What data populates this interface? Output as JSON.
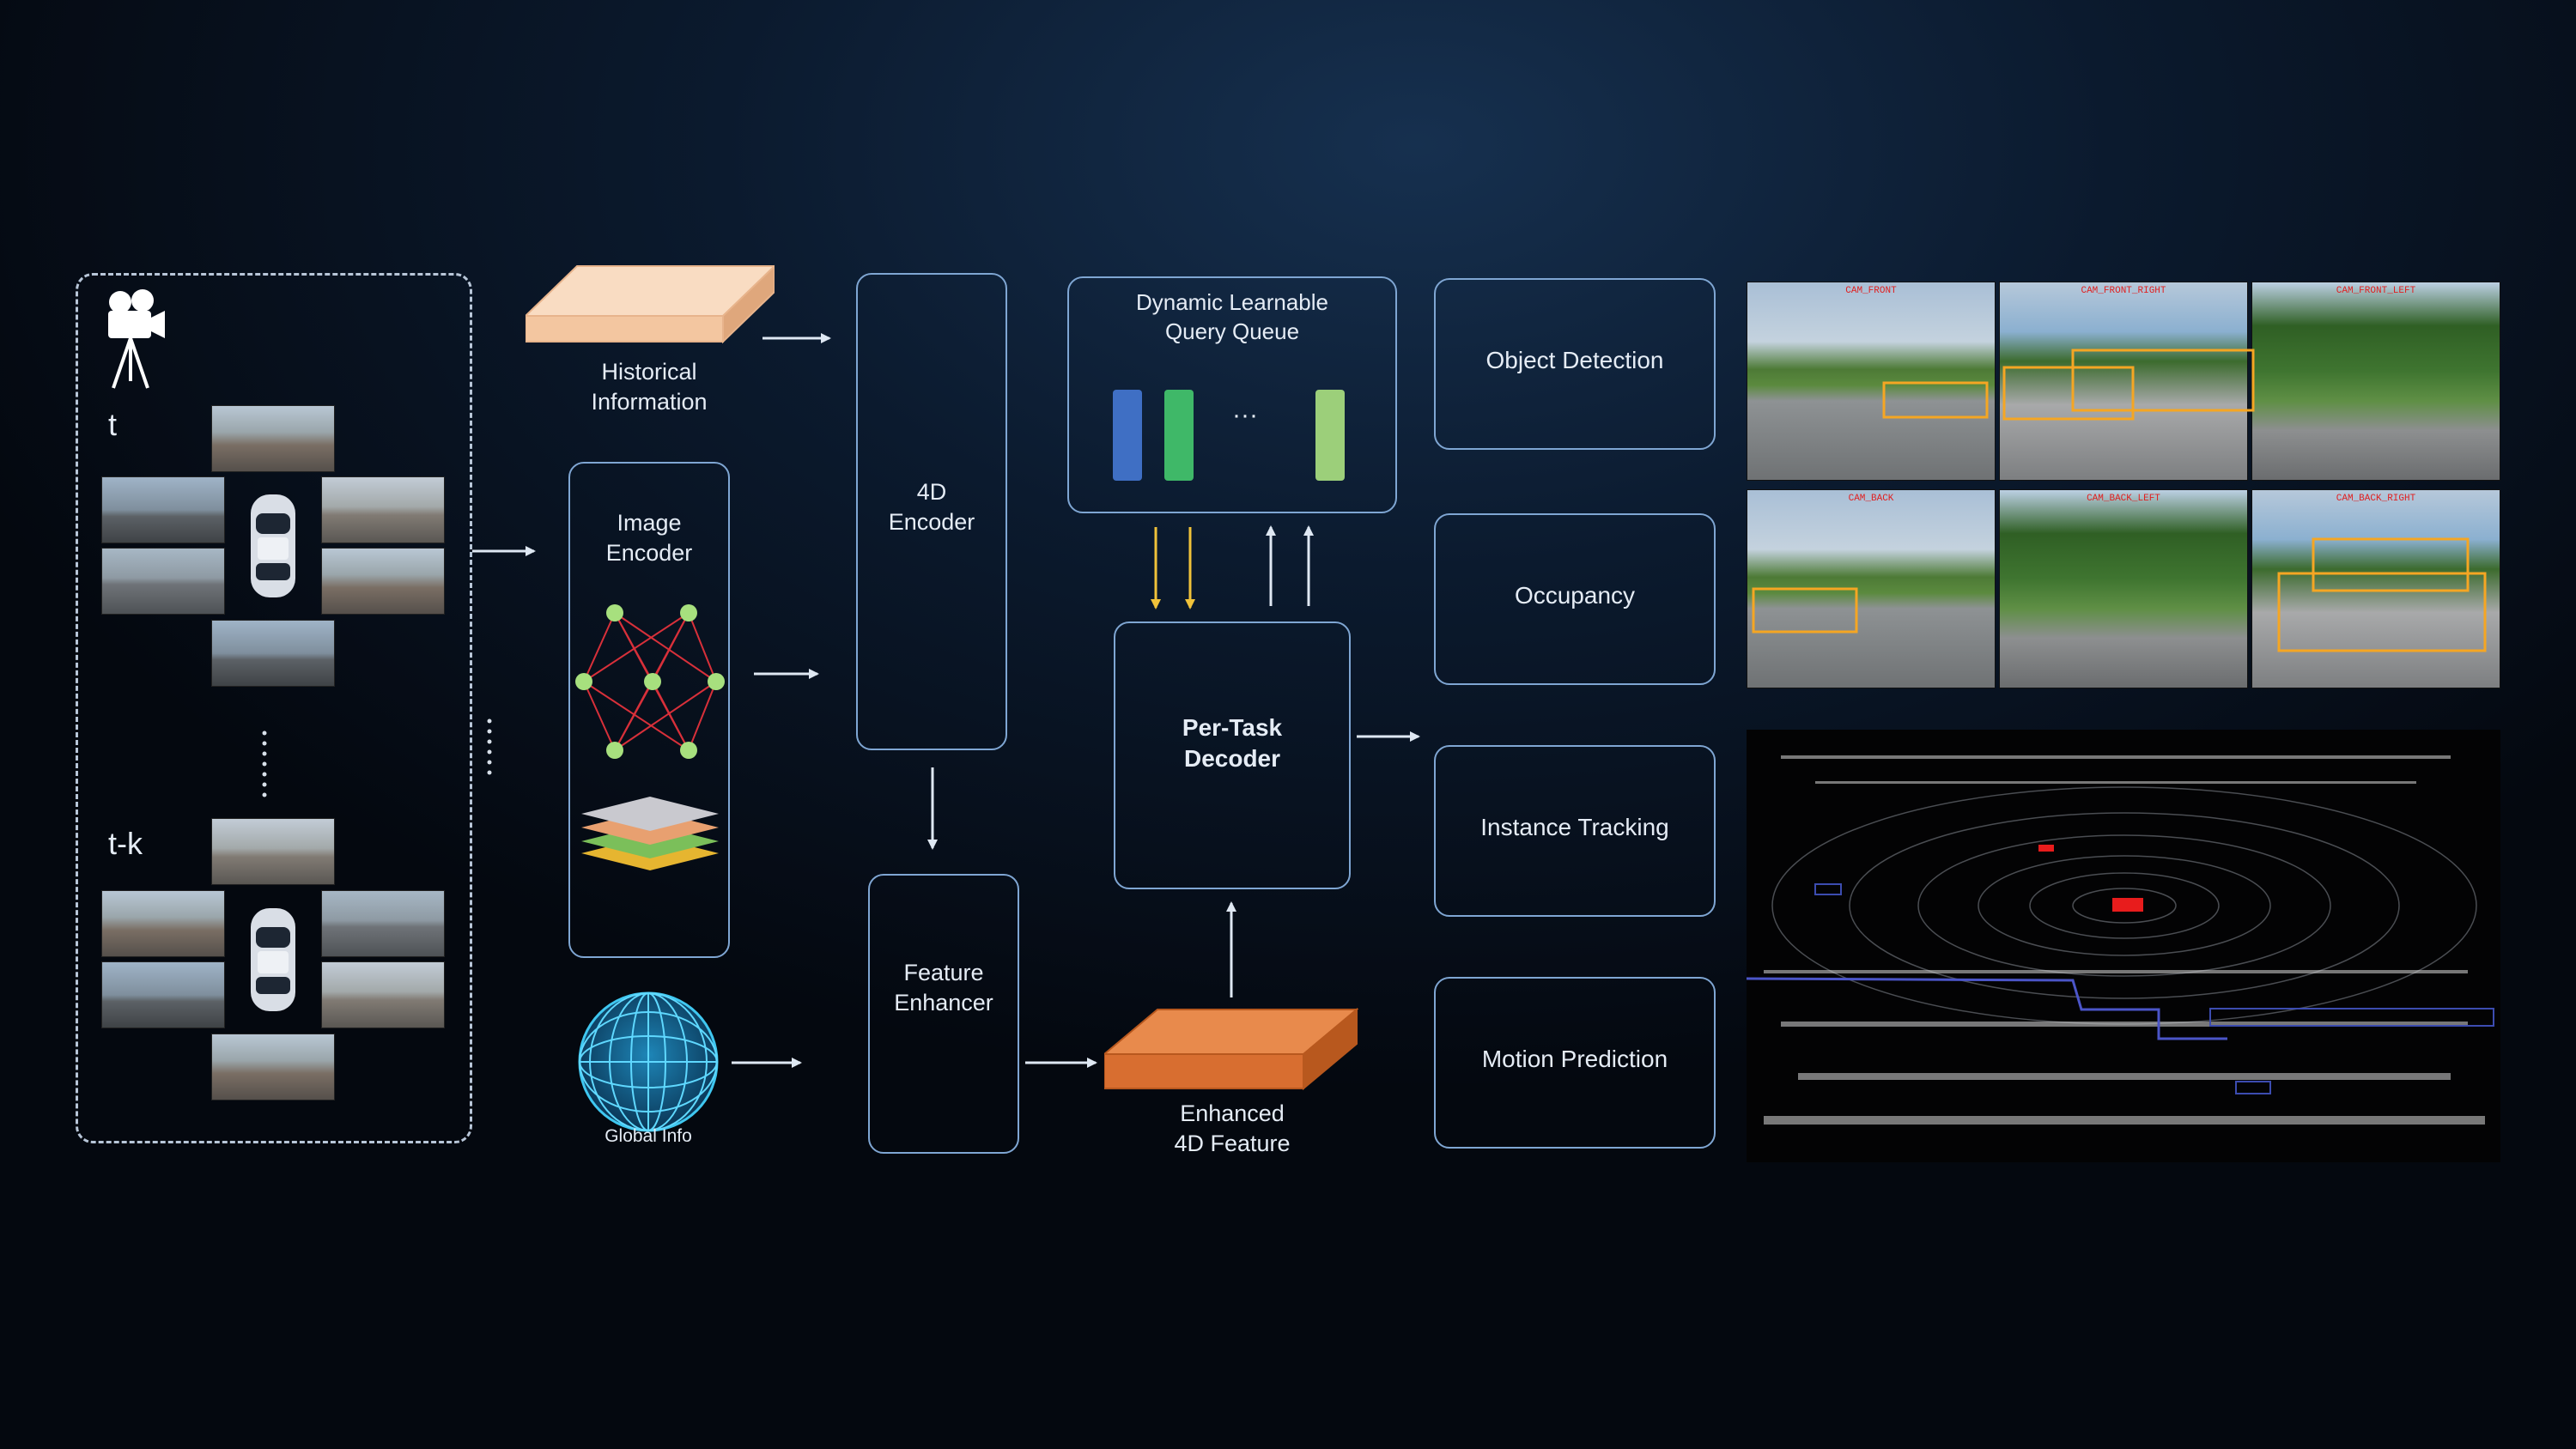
{
  "inputs": {
    "t_label": "t",
    "tk_label": "t-k"
  },
  "blocks": {
    "historical": "Historical\nInformation",
    "image_encoder": "Image\nEncoder",
    "global_info": "Global Info",
    "encoder_4d": "4D\nEncoder",
    "feature_enhancer": "Feature\nEnhancer",
    "query_queue": "Dynamic Learnable\nQuery Queue",
    "query_ellipsis": "···",
    "decoder": "Per-Task\nDecoder",
    "enhanced_feature": "Enhanced\n4D Feature"
  },
  "outputs": [
    {
      "label": "Object Detection"
    },
    {
      "label": "Occupancy"
    },
    {
      "label": "Instance Tracking"
    },
    {
      "label": "Motion Prediction"
    }
  ],
  "camera_views": [
    {
      "tag": "CAM_FRONT"
    },
    {
      "tag": "CAM_FRONT_RIGHT"
    },
    {
      "tag": "CAM_FRONT_LEFT"
    },
    {
      "tag": "CAM_BACK"
    },
    {
      "tag": "CAM_BACK_LEFT"
    },
    {
      "tag": "CAM_BACK_RIGHT"
    }
  ],
  "colors": {
    "box_border": "#7fa6d3",
    "query_blue": "#3f6fc4",
    "query_green": "#3fb868",
    "query_lightgreen": "#9ccf7a",
    "arrow_yellow": "#f0c23a",
    "feature_orange": "#e07a3a",
    "historical_peach": "#f6cfae",
    "node_green": "#a7e07e",
    "edge_red": "#d8303a"
  },
  "icons": {
    "camera": "movie-camera-icon",
    "car": "car-top-view-icon",
    "globe": "globe-icon",
    "network": "neural-network-icon",
    "layers": "stacked-layers-icon"
  }
}
